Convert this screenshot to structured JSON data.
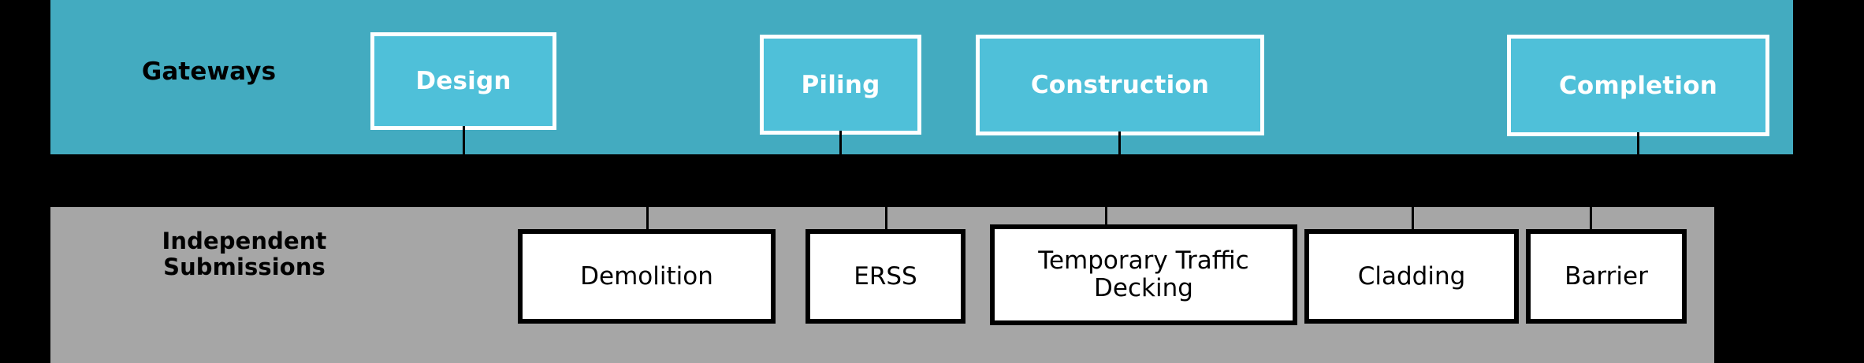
{
  "diagram": {
    "colors": {
      "background": "#000000",
      "gateways_panel": "#43abc0",
      "gateway_box_fill": "#4fc0d9",
      "gateway_box_border": "#ffffff",
      "submissions_panel": "#a6a6a6",
      "submission_box_fill": "#ffffff",
      "submission_box_border": "#000000",
      "connector": "#000000"
    },
    "rows": {
      "gateways": {
        "label": "Gateways",
        "boxes": [
          {
            "label": "Design"
          },
          {
            "label": "Piling"
          },
          {
            "label": "Construction"
          },
          {
            "label": "Completion"
          }
        ]
      },
      "submissions": {
        "label_line1": "Independent",
        "label_line2": "Submissions",
        "boxes": [
          {
            "label": "Demolition"
          },
          {
            "label": "ERSS"
          },
          {
            "label_line1": "Temporary Traffic",
            "label_line2": "Decking"
          },
          {
            "label": "Cladding"
          },
          {
            "label": "Barrier"
          }
        ]
      }
    }
  }
}
